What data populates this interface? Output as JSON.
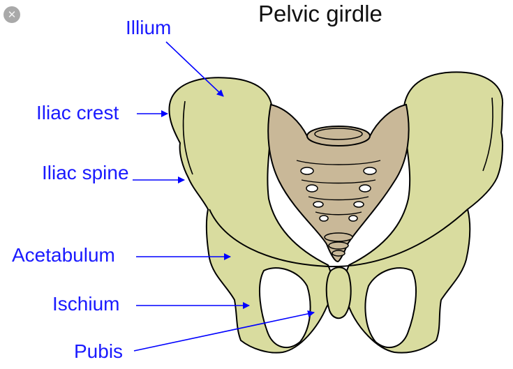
{
  "title": "Pelvic girdle",
  "close_symbol": "✕",
  "labels": {
    "illium": "Illium",
    "iliac_crest": "Iliac crest",
    "iliac_spine": "Iliac spine",
    "acetabulum": "Acetabulum",
    "ischium": "Ischium",
    "pubis": "Pubis"
  },
  "colors": {
    "bone": "#d9dc9f",
    "sacrum": "#c9b898",
    "outline": "#000000",
    "label_text": "#1a1aff",
    "arrow": "#0000ff"
  }
}
